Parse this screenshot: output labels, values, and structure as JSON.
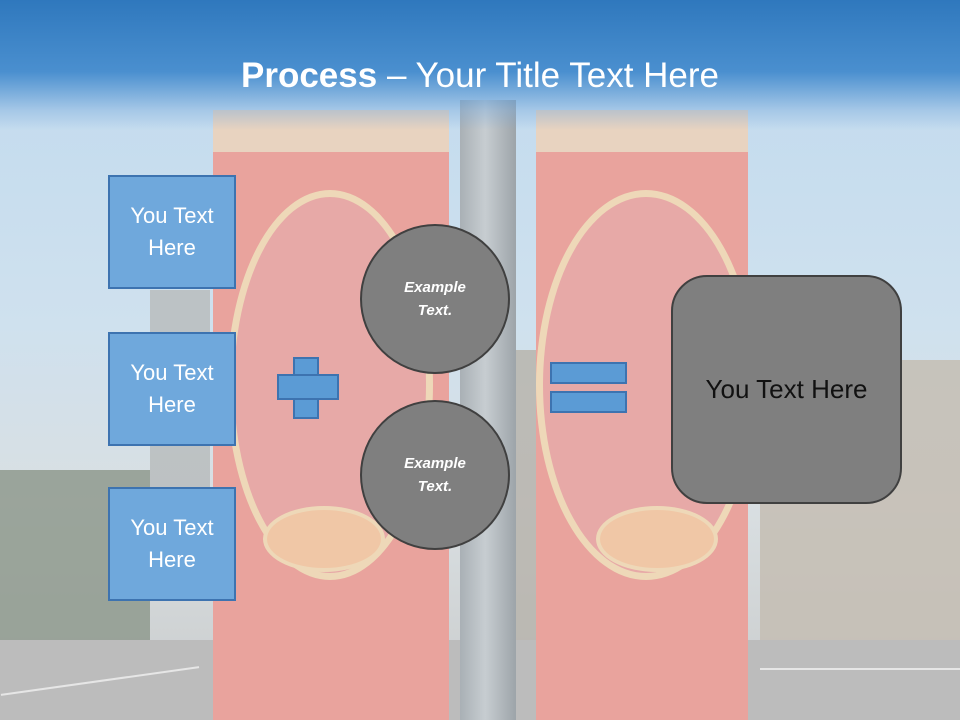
{
  "slide": {
    "title_bold": "Process",
    "title_rest": " – Your Title Text Here",
    "colors": {
      "header": "#2f78bd",
      "box_fill": "#6fa8dc",
      "box_border": "#3d73b0",
      "operator_fill": "#5b9bd5",
      "circle_fill": "#7f7f7f",
      "result_fill": "#7f7f7f"
    }
  },
  "left_boxes": [
    {
      "text": "You Text Here"
    },
    {
      "text": "You Text Here"
    },
    {
      "text": "You Text Here"
    }
  ],
  "circles": [
    {
      "text": "Example Text."
    },
    {
      "text": "Example Text."
    }
  ],
  "operators": {
    "plus": "plus-sign",
    "equals": "equals-sign"
  },
  "result": {
    "text": "You Text Here"
  }
}
